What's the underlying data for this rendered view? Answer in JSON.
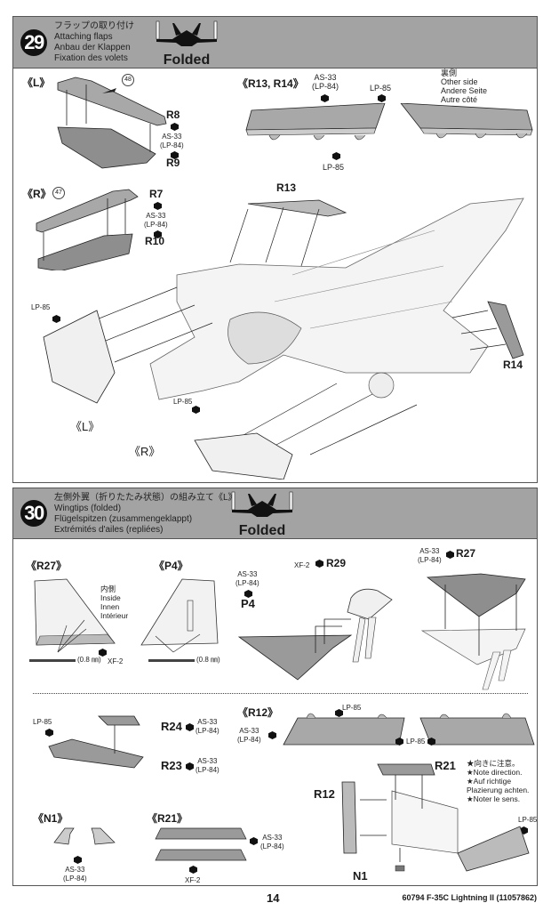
{
  "steps": [
    {
      "number": "29",
      "title_ja": "フラップの取り付け",
      "title_en": "Attaching flaps",
      "title_de": "Anbau der Klappen",
      "title_fr": "Fixation des volets",
      "badge": "Folded",
      "labels": {
        "left_group": "《L》",
        "right_group": "《R》",
        "r13_r14_group": "《R13, R14》",
        "r8": "R8",
        "r9": "R9",
        "r7": "R7",
        "r10": "R10",
        "r13": "R13",
        "r14": "R14",
        "decal_48": "48",
        "decal_47": "47",
        "paint_as33_a": "AS-33",
        "paint_lp84_a": "(LP-84)",
        "paint_as33_b": "AS-33",
        "paint_lp84_b": "(LP-84)",
        "paint_as33_c": "AS-33",
        "paint_lp84_c": "(LP-84)",
        "paint_lp85_a": "LP-85",
        "paint_lp85_b": "LP-85",
        "paint_lp85_c": "LP-85",
        "paint_lp85_d": "LP-85",
        "other_side_ja": "裏側",
        "other_side_en": "Other side",
        "other_side_de": "Andere Seite",
        "other_side_fr": "Autre côté",
        "left_flap": "《L》",
        "right_flap": "《R》"
      }
    },
    {
      "number": "30",
      "title_ja": "左側外翼（折りたたみ状態）の組み立て《L》",
      "title_en": "Wingtips (folded)",
      "title_de": "Flügelspitzen (zusammengeklappt)",
      "title_fr": "Extrémités d'ailes (repliées)",
      "badge": "Folded",
      "labels": {
        "r27_group": "《R27》",
        "p4_group": "《P4》",
        "inside_ja": "内側",
        "inside_en": "Inside",
        "inside_de": "Innen",
        "inside_fr": "Intérieur",
        "drill_a": "(0.8 ㎜)",
        "drill_b": "(0.8 ㎜)",
        "xf2_a": "XF-2",
        "p4_as33": "AS-33",
        "p4_lp84": "(LP-84)",
        "p4": "P4",
        "r29_paint": "XF-2",
        "r29": "R29",
        "r27_as33": "AS-33",
        "r27_lp84": "(LP-84)",
        "r27": "R27",
        "lp85_r24": "LP-85",
        "r24": "R24",
        "r24_as33": "AS-33",
        "r24_lp84": "(LP-84)",
        "r23": "R23",
        "r23_as33": "AS-33",
        "r23_lp84": "(LP-84)",
        "r12_group": "《R12》",
        "r12_lp85_top": "LP-85",
        "r12_as33": "AS-33",
        "r12_lp84": "(LP-84)",
        "r12_lp85_mid": "LP-85",
        "r21": "R21",
        "note_ja": "★向きに注意。",
        "note_en": "★Note direction.",
        "note_de1": "★Auf richtige",
        "note_de2": "Plazierung achten.",
        "note_fr": "★Noter le sens.",
        "r12": "R12",
        "lp85_right": "LP-85",
        "n1": "N1",
        "n1_group": "《N1》",
        "n1_as33": "AS-33",
        "n1_lp84": "(LP-84)",
        "r21_group": "《R21》",
        "r21_as33": "AS-33",
        "r21_lp84": "(LP-84)",
        "r21_xf2": "XF-2"
      }
    }
  ],
  "footer": {
    "page_number": "14",
    "kit_info": "60794 F-35C Lightning II (11057862)"
  },
  "colors": {
    "header_gray": "#a3a3a3",
    "part_gray": "#9a9a9a",
    "ink": "#1a1a1a"
  }
}
